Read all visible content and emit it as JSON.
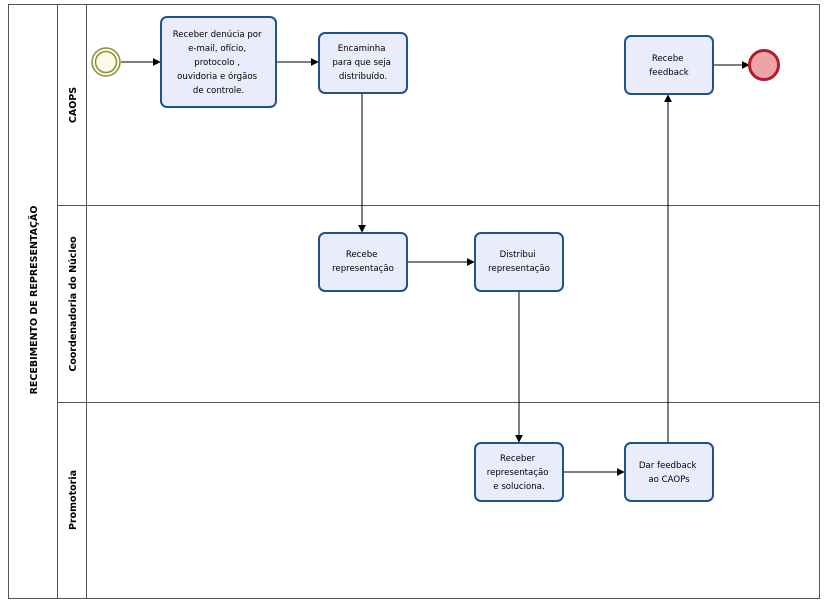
{
  "pool": {
    "label": "RECEBIMENTO DE REPRESENTAÇÃO"
  },
  "lanes": [
    {
      "id": "caops",
      "label": "CAOPS"
    },
    {
      "id": "coordenadoria",
      "label": "Coordenadoria do Núcleo"
    },
    {
      "id": "promotoria",
      "label": "Promotoria"
    }
  ],
  "tasks": {
    "receber_denuncia": [
      "Receber denúcia por",
      "e-mail, ofício,",
      "protocolo ,",
      "ouvidoria e órgãos",
      "de controle."
    ],
    "encaminha": [
      "Encaminha",
      "para que seja",
      "distribuído."
    ],
    "recebe_feedback": [
      "Recebe",
      "feedback"
    ],
    "recebe_representacao": [
      "Recebe",
      "representação"
    ],
    "distribui_representacao": [
      "Distribui",
      "representação"
    ],
    "receber_soluciona": [
      "Receber",
      "representação",
      "e soluciona."
    ],
    "dar_feedback": [
      "Dar feedback",
      "ao CAOPs"
    ]
  },
  "colors": {
    "task_fill": "#e9edfb",
    "task_stroke": "#22528a",
    "start_fill": "#fbfbe8",
    "start_stroke": "#8d8d3a",
    "end_fill": "#f0a3a7",
    "end_stroke": "#b01c2a",
    "line": "#333333"
  }
}
